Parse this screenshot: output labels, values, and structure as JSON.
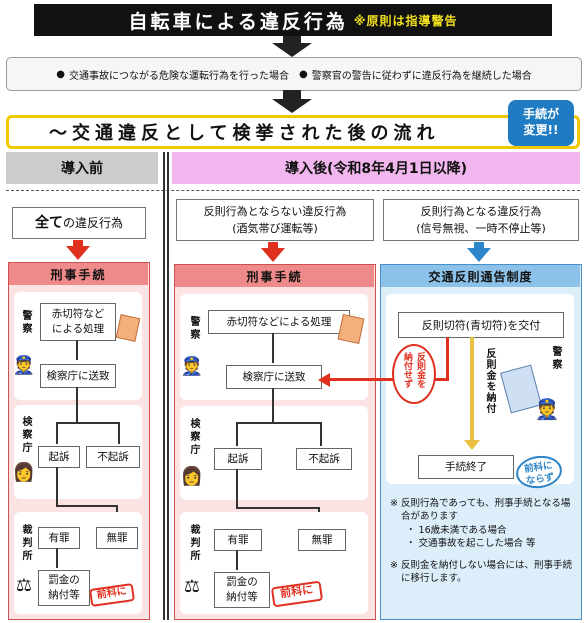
{
  "title": {
    "main": "自転車による違反行為",
    "note": "※原則は指導警告"
  },
  "conditions": {
    "bullet": "●",
    "item1": "交通事故につながる危険な運転行為を行った場合",
    "item2": "警察官の警告に従わずに違反行為を継続した場合"
  },
  "flow_title": "～交通違反として検挙された後の流れ",
  "badge": {
    "line1": "手続が",
    "line2": "変更!!"
  },
  "before": {
    "header": "導入前",
    "violation_bold": "全て",
    "violation_rest": "の違反行為",
    "panel_title": "刑事手続",
    "police_label": "警察",
    "red_ticket": "赤切符など\nによる処理",
    "send": "検察庁に送致",
    "prosecutor_label": "検察庁",
    "indict": "起訴",
    "no_indict": "不起訴",
    "court_label": "裁判所",
    "guilty": "有罪",
    "not_guilty": "無罪",
    "fine": "罰金の\n納付等",
    "record": "前科に"
  },
  "after": {
    "header": "導入後(令和8年4月1日以降)",
    "non_violation_line1": "反則行為とならない違反行為",
    "non_violation_line2": "(酒気帯び運転等)",
    "violation_line1": "反則行為となる違反行為",
    "violation_line2": "(信号無視、一時不停止等)",
    "criminal": {
      "panel_title": "刑事手続",
      "police_label": "警察",
      "red_ticket": "赤切符などによる処理",
      "send": "検察庁に送致",
      "prosecutor_label": "検察庁",
      "indict": "起訴",
      "no_indict": "不起訴",
      "court_label": "裁判所",
      "guilty": "有罪",
      "not_guilty": "無罪",
      "fine": "罰金の\n納付等",
      "record": "前科に"
    },
    "notice": {
      "panel_title": "交通反則通告制度",
      "blue_ticket": "反則切符(青切符)を交付",
      "unpaid": "反則金を\n納付せず",
      "paid": "反則金を納付",
      "police_label": "警察",
      "end": "手続終了",
      "no_record": "前科に\nならず",
      "note1_mark": "※",
      "note1": "反則行為であっても、刑事手続となる場合があります",
      "note1_sub1": "・ 16歳未満である場合",
      "note1_sub2": "・ 交通事故を起こした場合 等",
      "note2_mark": "※",
      "note2": "反則金を納付しない場合には、刑事手続に移行します。"
    }
  },
  "colors": {
    "flow_border": "#f0c800",
    "before_header": "#cccccc",
    "after_header": "#f2b6ee",
    "red": "#e03020",
    "blue": "#2e86c8"
  }
}
